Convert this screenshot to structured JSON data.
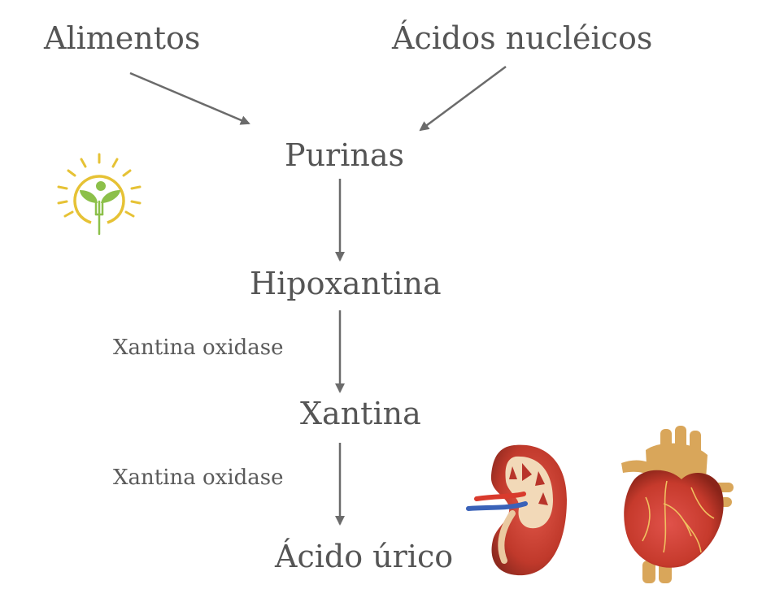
{
  "nodes": {
    "alimentos": "Alimentos",
    "acidos_nucleicos": "Ácidos nucléicos",
    "purinas": "Purinas",
    "hipoxantina": "Hipoxantina",
    "xantina": "Xantina",
    "acido_urico": "Ácido úrico"
  },
  "enzymes": {
    "step1": "Xantina oxidase",
    "step2": "Xantina oxidase"
  },
  "colors": {
    "text": "#555555",
    "arrow": "#6b6b6b",
    "logo_sun": "#e6c235",
    "logo_leaf": "#8cc04a",
    "kidney": "#c0392b",
    "heart": "#c63a2c"
  },
  "icons": {
    "logo": "sun-leaf-fork-logo-icon",
    "kidney": "kidney-illustration-icon",
    "heart": "heart-illustration-icon"
  }
}
